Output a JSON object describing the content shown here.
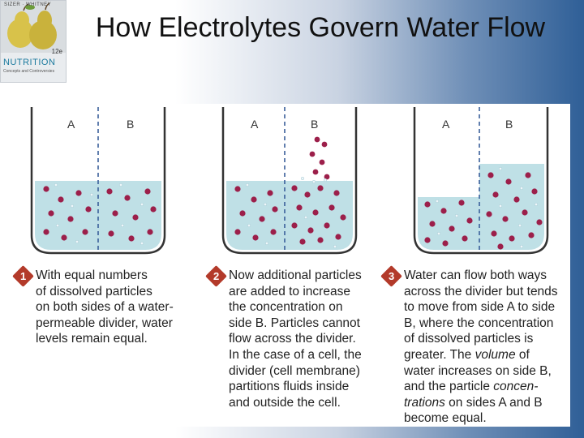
{
  "slide": {
    "title": "How Electrolytes Govern Water Flow"
  },
  "cover": {
    "authors": "SIZER · WHITNEY",
    "edition": "12e",
    "title": "NUTRITION",
    "subtitle": "Concepts and Controversies"
  },
  "beakers": [
    {
      "side_a": "A",
      "side_b": "B"
    },
    {
      "side_a": "A",
      "side_b": "B"
    },
    {
      "side_a": "A",
      "side_b": "B"
    }
  ],
  "steps": [
    {
      "number": "1",
      "lines": [
        "With equal numbers",
        "of dissolved particles",
        "on both sides of a water-",
        "permeable divider, water",
        "levels remain equal."
      ]
    },
    {
      "number": "2",
      "lines": [
        "Now additional particles",
        "are added to increase",
        "the concentration on",
        "side B. Particles cannot",
        "flow across the divider.",
        "In the case of a cell, the",
        "divider (cell membrane)",
        "partitions fluids inside",
        "and outside the cell."
      ]
    },
    {
      "number": "3",
      "line1": "Water can flow both ways",
      "line2": "across the divider but tends",
      "line3": "to move from side A to side",
      "line4": "B, where the concentration",
      "line5": "of dissolved particles is",
      "line6_pre": "greater. The ",
      "line6_em": "volume",
      "line6_post": " of",
      "line7": "water increases on side B,",
      "line8_pre": "and the particle ",
      "line8_em": "concen-",
      "line9_em": "trations",
      "line9_post": " on sides A and B",
      "line10": "become equal."
    }
  ],
  "colors": {
    "water": "#bfe0e6",
    "particle": "#9c1f4a",
    "small_particle": "#e8f4f8",
    "badge": "#b33a2a",
    "divider": "#3a5f9a"
  }
}
